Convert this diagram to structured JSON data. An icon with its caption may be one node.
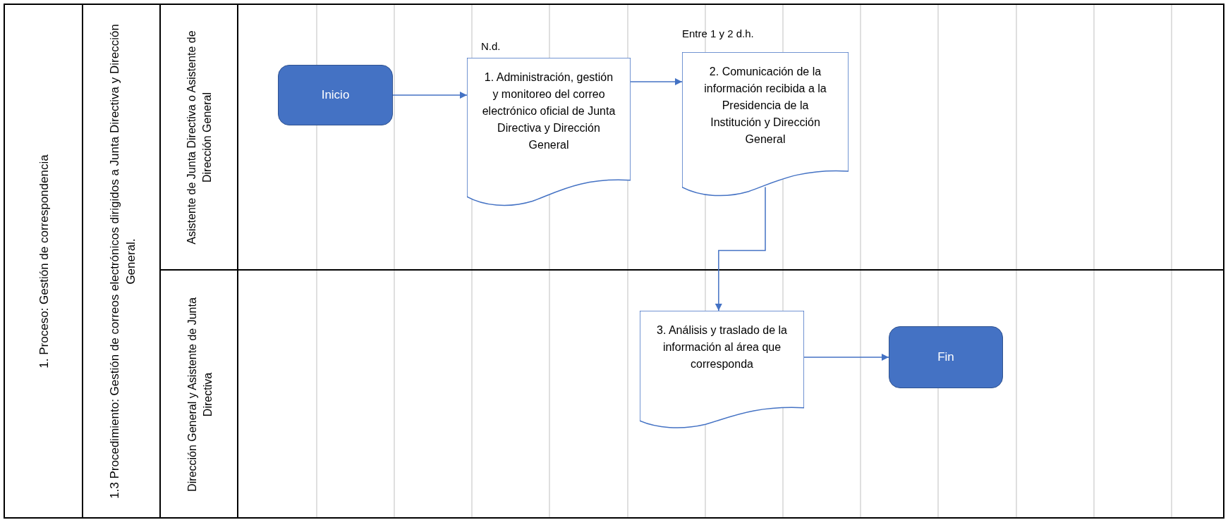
{
  "diagram": {
    "nodes": [
      {
        "text": [
          "1. Proceso: Gestión de correspondencia"
        ]
      },
      {
        "text": [
          "1.3 Procedimiento: Gestión de correos electrónicos dirigidos a Junta Directiva y Dirección General."
        ]
      },
      {
        "text": [
          "Asistente de Junta Directiva o Asistente de Dirección General"
        ]
      },
      {
        "text": [
          "Dirección General y Asistente de Junta Directiva"
        ]
      },
      {
        "text": [
          "Inicio"
        ],
        "in": 2
      },
      {
        "text": [
          "1. Administración, gestión y monitoreo del correo electrónico oficial de Junta Directiva y Dirección General"
        ],
        "in": 2,
        "beside": [
          "N.d."
        ]
      },
      {
        "text": [
          "2. Comunicación de la información recibida a la Presidencia de la Institución y Dirección General"
        ],
        "in": 2,
        "beside": [
          "Entre 1 y 2 d.h."
        ]
      },
      {
        "text": [
          "3. Análisis y traslado de la información al área que corresponda"
        ],
        "in": 3
      },
      {
        "text": [
          "Fin"
        ],
        "in": 3
      }
    ],
    "edges": [
      {
        "from": 4,
        "to": 5,
        "arrow": "to"
      },
      {
        "from": 5,
        "to": 6,
        "arrow": "to"
      },
      {
        "from": 6,
        "to": 7,
        "arrow": "to"
      },
      {
        "from": 7,
        "to": 8,
        "arrow": "to"
      }
    ]
  }
}
